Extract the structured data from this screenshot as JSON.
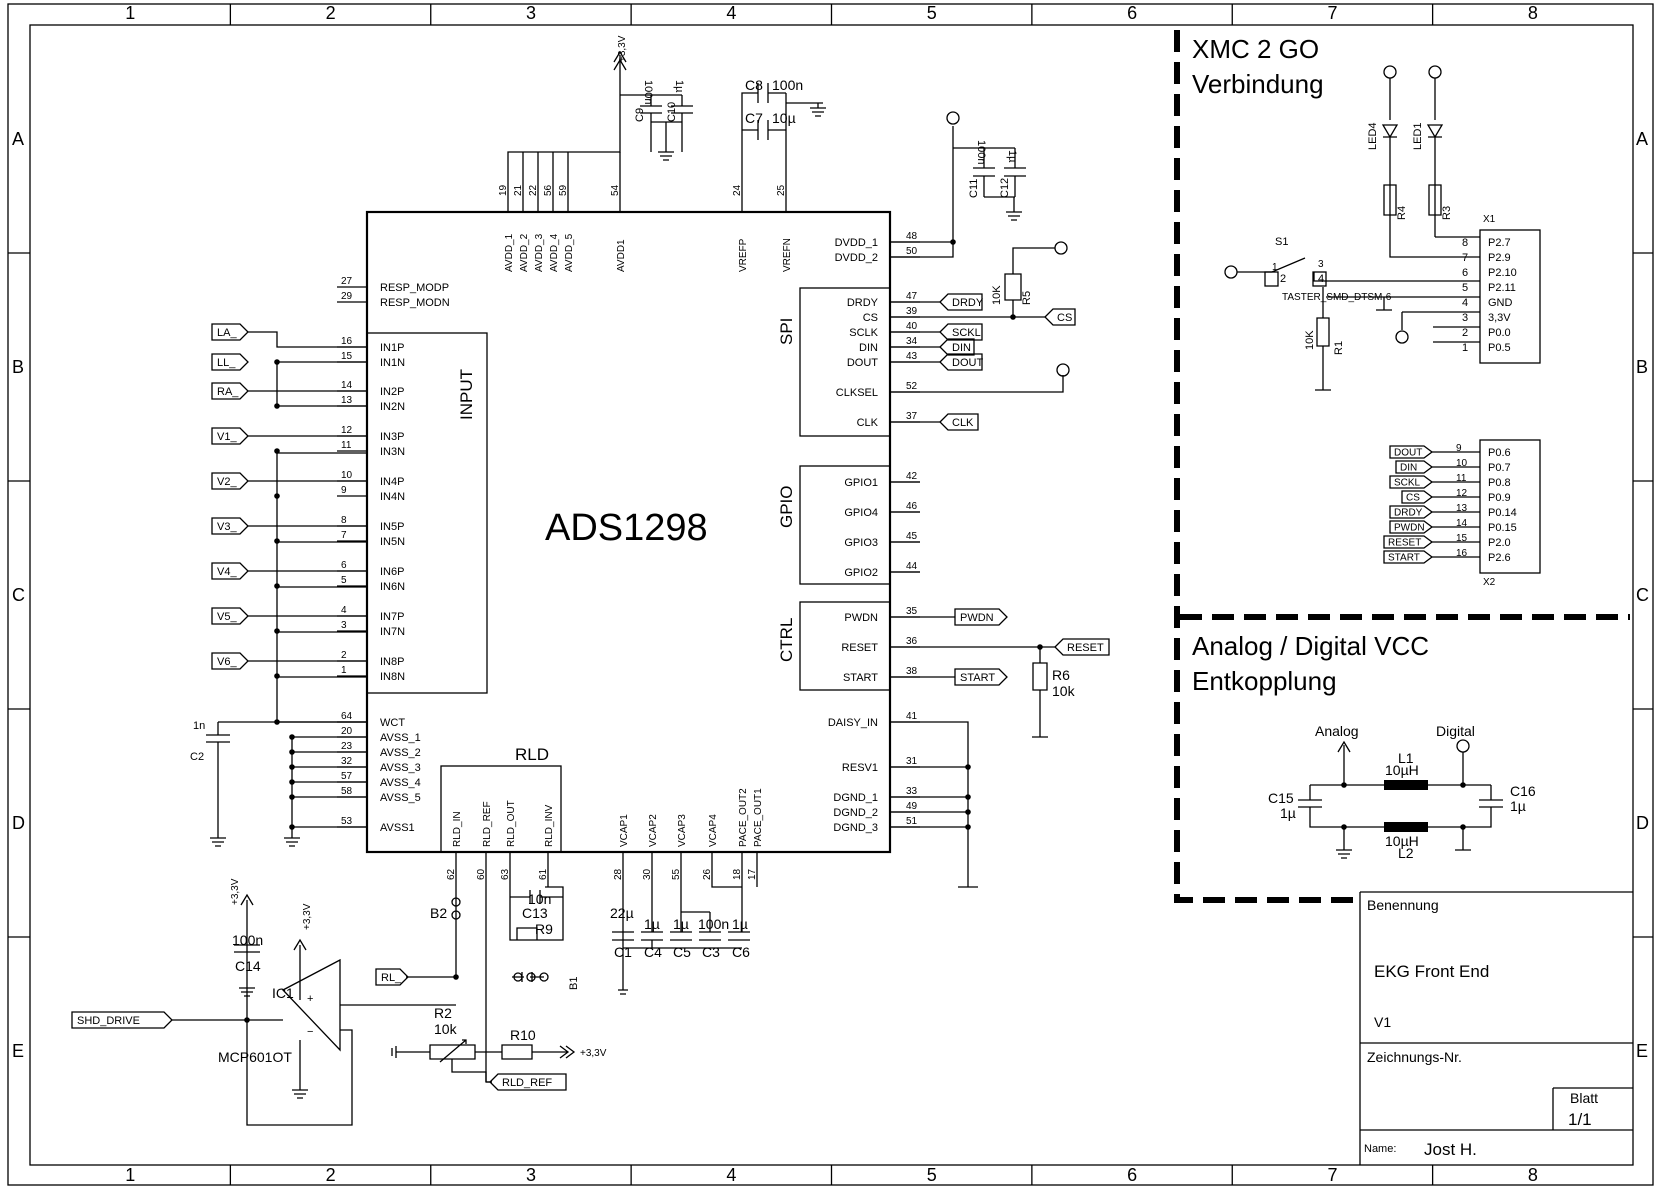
{
  "frame": {
    "cols": [
      "1",
      "2",
      "3",
      "4",
      "5",
      "6",
      "7",
      "8"
    ],
    "rows": [
      "A",
      "B",
      "C",
      "D",
      "E"
    ]
  },
  "chip": {
    "name": "ADS1298",
    "block_input": "INPUT",
    "block_spi": "SPI",
    "block_gpio": "GPIO",
    "block_ctrl": "CTRL",
    "block_rld": "RLD",
    "left_pins": [
      {
        "num": "27",
        "name": "RESP_MODP"
      },
      {
        "num": "29",
        "name": "RESP_MODN"
      },
      {
        "num": "16",
        "name": "IN1P"
      },
      {
        "num": "15",
        "name": "IN1N"
      },
      {
        "num": "14",
        "name": "IN2P"
      },
      {
        "num": "13",
        "name": "IN2N"
      },
      {
        "num": "12",
        "name": "IN3P"
      },
      {
        "num": "11",
        "name": "IN3N"
      },
      {
        "num": "10",
        "name": "IN4P"
      },
      {
        "num": "9",
        "name": "IN4N"
      },
      {
        "num": "8",
        "name": "IN5P"
      },
      {
        "num": "7",
        "name": "IN5N"
      },
      {
        "num": "6",
        "name": "IN6P"
      },
      {
        "num": "5",
        "name": "IN6N"
      },
      {
        "num": "4",
        "name": "IN7P"
      },
      {
        "num": "3",
        "name": "IN7N"
      },
      {
        "num": "2",
        "name": "IN8P"
      },
      {
        "num": "1",
        "name": "IN8N"
      },
      {
        "num": "64",
        "name": "WCT"
      },
      {
        "num": "20",
        "name": "AVSS_1"
      },
      {
        "num": "23",
        "name": "AVSS_2"
      },
      {
        "num": "32",
        "name": "AVSS_3"
      },
      {
        "num": "57",
        "name": "AVSS_4"
      },
      {
        "num": "58",
        "name": "AVSS_5"
      },
      {
        "num": "53",
        "name": "AVSS1"
      }
    ],
    "right_pins": [
      {
        "num": "48",
        "name": "DVDD_1"
      },
      {
        "num": "50",
        "name": "DVDD_2"
      },
      {
        "num": "47",
        "name": "DRDY"
      },
      {
        "num": "39",
        "name": "CS"
      },
      {
        "num": "40",
        "name": "SCLK"
      },
      {
        "num": "34",
        "name": "DIN"
      },
      {
        "num": "43",
        "name": "DOUT"
      },
      {
        "num": "52",
        "name": "CLKSEL"
      },
      {
        "num": "37",
        "name": "CLK"
      },
      {
        "num": "42",
        "name": "GPIO1"
      },
      {
        "num": "46",
        "name": "GPIO4"
      },
      {
        "num": "45",
        "name": "GPIO3"
      },
      {
        "num": "44",
        "name": "GPIO2"
      },
      {
        "num": "35",
        "name": "PWDN"
      },
      {
        "num": "36",
        "name": "RESET"
      },
      {
        "num": "38",
        "name": "START"
      },
      {
        "num": "41",
        "name": "DAISY_IN"
      },
      {
        "num": "31",
        "name": "RESV1"
      },
      {
        "num": "33",
        "name": "DGND_1"
      },
      {
        "num": "49",
        "name": "DGND_2"
      },
      {
        "num": "51",
        "name": "DGND_3"
      }
    ],
    "top_pins": [
      {
        "num": "19",
        "name": "AVDD_1"
      },
      {
        "num": "21",
        "name": "AVDD_2"
      },
      {
        "num": "22",
        "name": "AVDD_3"
      },
      {
        "num": "56",
        "name": "AVDD_4"
      },
      {
        "num": "59",
        "name": "AVDD_5"
      },
      {
        "num": "54",
        "name": "AVDD1"
      },
      {
        "num": "24",
        "name": "VREFP"
      },
      {
        "num": "25",
        "name": "VREFN"
      }
    ],
    "bottom_pins": [
      {
        "num": "62",
        "name": "RLD_IN"
      },
      {
        "num": "60",
        "name": "RLD_REF"
      },
      {
        "num": "63",
        "name": "RLD_OUT"
      },
      {
        "num": "61",
        "name": "RLD_INV"
      },
      {
        "num": "28",
        "name": "VCAP1"
      },
      {
        "num": "30",
        "name": "VCAP2"
      },
      {
        "num": "55",
        "name": "VCAP3"
      },
      {
        "num": "26",
        "name": "VCAP4"
      },
      {
        "num": "18",
        "name": "PACE_OUT2"
      },
      {
        "num": "17",
        "name": "PACE_OUT1"
      }
    ]
  },
  "inputs": [
    "LA_",
    "LL_",
    "RA_",
    "V1_",
    "V2_",
    "V3_",
    "V4_",
    "V5_",
    "V6_"
  ],
  "spi_nets": [
    "DRDY",
    "CS",
    "SCKL",
    "DIN",
    "DOUT",
    "CLK"
  ],
  "ctrl_nets": [
    "PWDN",
    "RESET",
    "START"
  ],
  "components": {
    "c1": {
      "ref": "C1",
      "val": "22µ"
    },
    "c2": {
      "ref": "C2",
      "val": "1n"
    },
    "c3": {
      "ref": "C3",
      "val": "100n"
    },
    "c4": {
      "ref": "C4",
      "val": "1µ"
    },
    "c5": {
      "ref": "C5",
      "val": "1µ"
    },
    "c6": {
      "ref": "C6",
      "val": "1µ"
    },
    "c7": {
      "ref": "C7",
      "val": "10µ"
    },
    "c8": {
      "ref": "C8",
      "val": "100n"
    },
    "c9": {
      "ref": "C9",
      "val": "100n"
    },
    "c10": {
      "ref": "C10",
      "val": "1µ"
    },
    "c11": {
      "ref": "C11",
      "val": "100n"
    },
    "c12": {
      "ref": "C12",
      "val": "1µ"
    },
    "c13": {
      "ref": "C13",
      "val": "10n"
    },
    "c14": {
      "ref": "C14",
      "val": "100n"
    },
    "c15": {
      "ref": "C15",
      "val": "1µ"
    },
    "c16": {
      "ref": "C16",
      "val": "1µ"
    },
    "r1": {
      "ref": "R1",
      "val": "10K"
    },
    "r2": {
      "ref": "R2",
      "val": "10k"
    },
    "r3": {
      "ref": "R3"
    },
    "r4": {
      "ref": "R4"
    },
    "r5": {
      "ref": "R5",
      "val": "10K"
    },
    "r6": {
      "ref": "R6",
      "val": "10k"
    },
    "r9": {
      "ref": "R9"
    },
    "r10": {
      "ref": "R10"
    },
    "l1": {
      "ref": "L1",
      "val": "10µH"
    },
    "l2": {
      "ref": "L2",
      "val": "10µH"
    },
    "ic1": {
      "ref": "IC1",
      "val": "MCP601OT"
    },
    "b1": {
      "ref": "B1"
    },
    "b2": {
      "ref": "B2"
    },
    "s1": {
      "ref": "S1",
      "val": "TASTER_SMD_DTSM-6"
    },
    "led1": {
      "ref": "LED1"
    },
    "led4": {
      "ref": "LED4"
    },
    "x1": {
      "ref": "X1"
    },
    "x2": {
      "ref": "X2"
    }
  },
  "supply": {
    "v33": "+3,3V"
  },
  "misc_labels": {
    "rl": "RL_",
    "shd": "SHD_DRIVE",
    "rld_ref": "RLD_REF"
  },
  "xmc": {
    "title1": "XMC 2 GO",
    "title2": "Verbindung",
    "x1_pins": [
      {
        "num": "8",
        "name": "P2.7"
      },
      {
        "num": "7",
        "name": "P2.9"
      },
      {
        "num": "6",
        "name": "P2.10"
      },
      {
        "num": "5",
        "name": "P2.11"
      },
      {
        "num": "4",
        "name": "GND"
      },
      {
        "num": "3",
        "name": "3,3V"
      },
      {
        "num": "2",
        "name": "P0.0"
      },
      {
        "num": "1",
        "name": "P0.5"
      }
    ],
    "x2_pins": [
      {
        "num": "9",
        "name": "P0.6",
        "net": "DOUT"
      },
      {
        "num": "10",
        "name": "P0.7",
        "net": "DIN"
      },
      {
        "num": "11",
        "name": "P0.8",
        "net": "SCKL"
      },
      {
        "num": "12",
        "name": "P0.9",
        "net": "CS"
      },
      {
        "num": "13",
        "name": "P0.14",
        "net": "DRDY"
      },
      {
        "num": "14",
        "name": "P0.15",
        "net": "PWDN"
      },
      {
        "num": "15",
        "name": "P2.0",
        "net": "RESET"
      },
      {
        "num": "16",
        "name": "P2.6",
        "net": "START"
      }
    ]
  },
  "vcc": {
    "title1": "Analog / Digital VCC",
    "title2": "Entkopplung",
    "analog": "Analog",
    "digital": "Digital"
  },
  "titleblock": {
    "benennung_label": "Benennung",
    "benennung": "EKG Front End",
    "version": "V1",
    "zeichnung_label": "Zeichnungs-Nr.",
    "blatt_label": "Blatt",
    "blatt": "1/1",
    "name_label": "Name:",
    "name": "Jost H."
  }
}
